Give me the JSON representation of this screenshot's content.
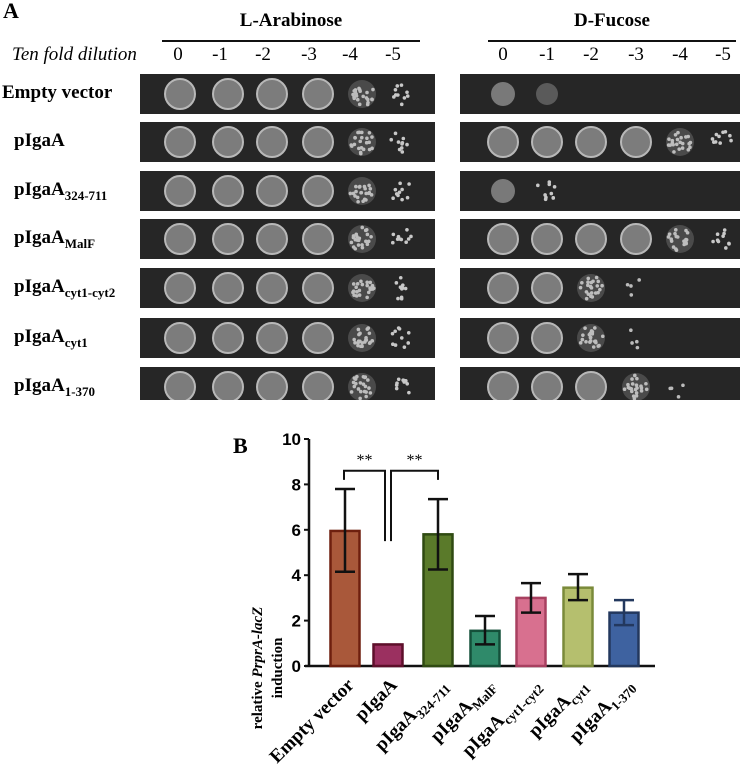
{
  "panel_a": {
    "letter": "A",
    "dilution_label": "Ten fold dilution",
    "dilutions": [
      "0",
      "-1",
      "-2",
      "-3",
      "-4",
      "-5"
    ],
    "conditions": [
      {
        "title": "L-Arabinose"
      },
      {
        "title": "D-Fucose"
      }
    ],
    "strains": [
      {
        "base": "Empty vector",
        "sub": "",
        "growth_arabinose": [
          1,
          1,
          1,
          1,
          0.6,
          0.3
        ],
        "growth_fucose": [
          0.5,
          0.2,
          0,
          0,
          0,
          0
        ]
      },
      {
        "base": "pIgaA",
        "sub": "",
        "growth_arabinose": [
          1,
          1,
          1,
          1,
          0.6,
          0.3
        ],
        "growth_fucose": [
          1,
          1,
          1,
          1,
          0.6,
          0.3
        ]
      },
      {
        "base": "pIgaA",
        "sub": "324-711",
        "growth_arabinose": [
          1,
          1,
          1,
          1,
          0.6,
          0.3
        ],
        "growth_fucose": [
          0.5,
          0.25,
          0,
          0,
          0,
          0
        ]
      },
      {
        "base": "pIgaA",
        "sub": "MalF",
        "growth_arabinose": [
          1,
          1,
          1,
          1,
          0.6,
          0.35
        ],
        "growth_fucose": [
          1,
          1,
          1,
          1,
          0.7,
          0.35
        ]
      },
      {
        "base": "pIgaA",
        "sub": "cyt1-cyt2",
        "growth_arabinose": [
          1,
          1,
          1,
          1,
          0.6,
          0.3
        ],
        "growth_fucose": [
          1,
          1,
          0.6,
          0.2,
          0,
          0
        ]
      },
      {
        "base": "pIgaA",
        "sub": "cyt1",
        "growth_arabinose": [
          1,
          1,
          1,
          1,
          0.6,
          0.35
        ],
        "growth_fucose": [
          1,
          1,
          0.6,
          0.2,
          0,
          0
        ]
      },
      {
        "base": "pIgaA",
        "sub": "1-370",
        "growth_arabinose": [
          1,
          1,
          1,
          1,
          0.6,
          0.3
        ],
        "growth_fucose": [
          1,
          1,
          1,
          0.6,
          0.15,
          0
        ]
      }
    ]
  },
  "chart_data": {
    "type": "bar",
    "panel_letter": "B",
    "title": "",
    "ylabel_prefix": "relative ",
    "ylabel_italic": "PrprA-lacZ",
    "ylabel_line2": "induction",
    "xlabel": "",
    "ylim": [
      0,
      10
    ],
    "yticks": [
      "0",
      "2",
      "4",
      "6",
      "8",
      "10"
    ],
    "grid": false,
    "categories": [
      {
        "base": "Empty vector",
        "sub": ""
      },
      {
        "base": "pIgaA",
        "sub": ""
      },
      {
        "base": "pIgaA",
        "sub": "324-711"
      },
      {
        "base": "pIgaA",
        "sub": "MalF"
      },
      {
        "base": "pIgaA",
        "sub": "cyt1-cyt2"
      },
      {
        "base": "pIgaA",
        "sub": "cyt1"
      },
      {
        "base": "pIgaA",
        "sub": "1-370"
      }
    ],
    "values": [
      5.95,
      0.95,
      5.8,
      1.55,
      3.0,
      3.45,
      2.35
    ],
    "error_low": [
      4.15,
      0.95,
      4.25,
      0.95,
      2.35,
      2.9,
      1.8
    ],
    "error_high": [
      7.8,
      0.95,
      7.35,
      2.2,
      3.65,
      4.05,
      2.9
    ],
    "fill_colors": [
      "#a9583a",
      "#9b3060",
      "#5a7a2a",
      "#2f8a6a",
      "#d8708f",
      "#b5bf6e",
      "#3e62a0"
    ],
    "edge_colors": [
      "#6e1f0e",
      "#5d0f2a",
      "#2f4a12",
      "#14503a",
      "#a84060",
      "#7a8a3a",
      "#23385e"
    ],
    "significance": [
      {
        "pair": [
          0,
          1
        ],
        "label": "**"
      },
      {
        "pair": [
          1,
          2
        ],
        "label": "**"
      }
    ]
  }
}
